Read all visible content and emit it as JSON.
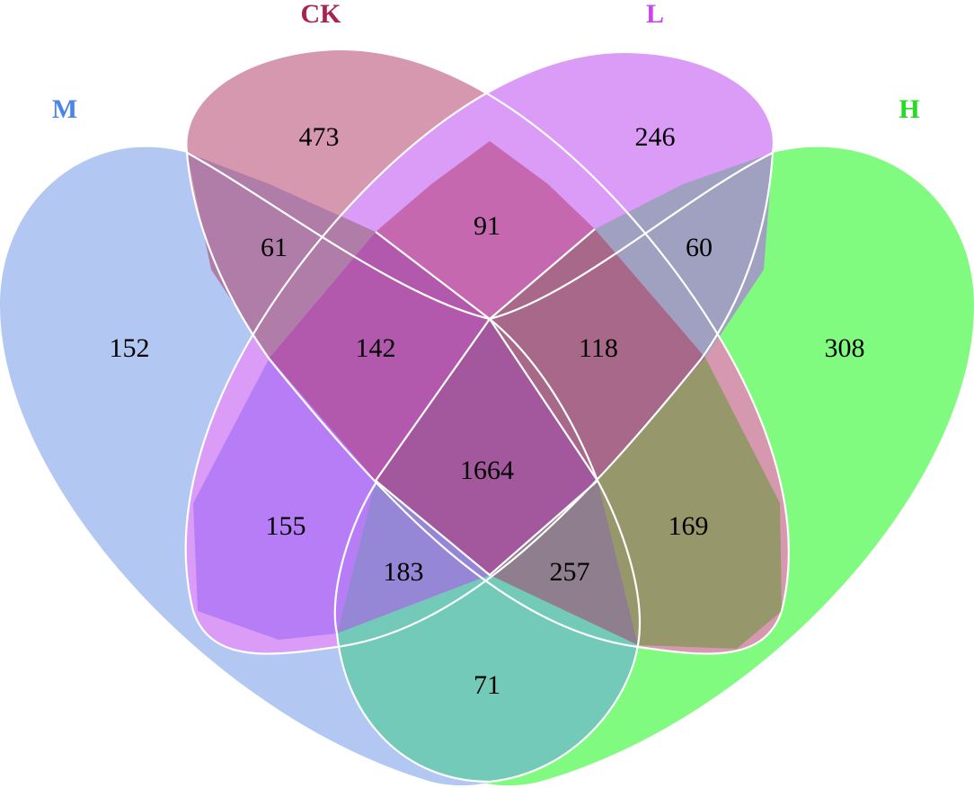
{
  "sets": [
    {
      "key": "M",
      "label": "M",
      "color": "#4A86E8"
    },
    {
      "key": "CK",
      "label": "CK",
      "color": "#A8224E"
    },
    {
      "key": "L",
      "label": "L",
      "color": "#CC44EE"
    },
    {
      "key": "H",
      "label": "H",
      "color": "#22DD22"
    }
  ],
  "regions": [
    {
      "sets": [
        "M"
      ],
      "value": "152"
    },
    {
      "sets": [
        "CK"
      ],
      "value": "473"
    },
    {
      "sets": [
        "L"
      ],
      "value": "246"
    },
    {
      "sets": [
        "H"
      ],
      "value": "308"
    },
    {
      "sets": [
        "M",
        "CK"
      ],
      "value": "61"
    },
    {
      "sets": [
        "CK",
        "L"
      ],
      "value": "91"
    },
    {
      "sets": [
        "L",
        "H"
      ],
      "value": "60"
    },
    {
      "sets": [
        "M",
        "CK",
        "L"
      ],
      "value": "142"
    },
    {
      "sets": [
        "CK",
        "L",
        "H"
      ],
      "value": "118"
    },
    {
      "sets": [
        "M",
        "CK",
        "L",
        "H"
      ],
      "value": "1664"
    },
    {
      "sets": [
        "M",
        "L"
      ],
      "value": "155"
    },
    {
      "sets": [
        "CK",
        "H"
      ],
      "value": "169"
    },
    {
      "sets": [
        "M",
        "L",
        "H"
      ],
      "value": "183"
    },
    {
      "sets": [
        "M",
        "CK",
        "H"
      ],
      "value": "257"
    },
    {
      "sets": [
        "M",
        "H"
      ],
      "value": "71"
    }
  ],
  "colors": {
    "M": "#B2C8F3",
    "CK": "#D698AE",
    "L": "#DA9CF7",
    "H": "#80FB80",
    "M_CK": "#B07CA8",
    "CK_L": "#C668AF",
    "L_H": "#A0A0C0",
    "M_CK_L": "#B359AD",
    "CK_L_H": "#A7688A",
    "M_CK_L_H": "#A3589D",
    "M_L": "#B77DF6",
    "CK_H": "#97976C",
    "M_L_H": "#9686D6",
    "M_CK_H": "#8F7E8D",
    "M_H": "#73CAB8",
    "outline": "#FFFFFF"
  }
}
